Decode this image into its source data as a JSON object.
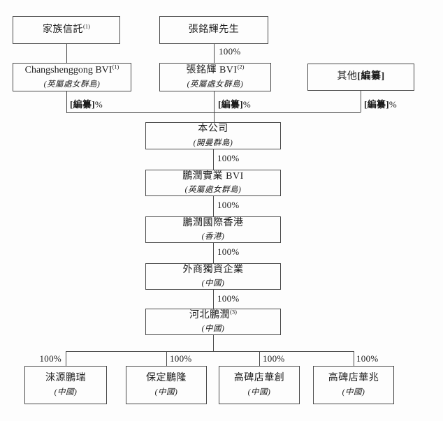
{
  "colors": {
    "line": "#4a4a4a",
    "text": "#1b1b1b",
    "background": "#fdfdfd"
  },
  "nodes": {
    "family_trust": {
      "title": "家族信託",
      "sup": "(1)"
    },
    "mr_zhang": {
      "title": "張銘輝先生"
    },
    "changshenggong_bvi": {
      "title": "Changshenggong BVI",
      "sup": "(1)",
      "subtitle": "(英屬處女群島)"
    },
    "zhang_bvi": {
      "title": "張銘輝 BVI",
      "sup": "(2)",
      "subtitle": "(英屬處女群島)"
    },
    "others": {
      "title_pre": "其他",
      "title_bold": "[編纂]"
    },
    "company": {
      "title": "本公司",
      "subtitle": "(開曼群島)"
    },
    "pengrun_industrial_bvi": {
      "title": "鵬潤實業 BVI",
      "subtitle": "(英屬處女群島)"
    },
    "pengrun_international_hk": {
      "title": "鵬潤國際香港",
      "subtitle": "(香港)"
    },
    "wfoe": {
      "title": "外商獨資企業",
      "subtitle": "(中國)"
    },
    "hebei_pengrun": {
      "title": "河北鵬潤",
      "sup": "(3)",
      "subtitle": "(中國)"
    },
    "laiyuan_pengrui": {
      "title": "淶源鵬瑞",
      "subtitle": "(中國)"
    },
    "baoding_penglong": {
      "title": "保定鵬隆",
      "subtitle": "(中國)"
    },
    "gaobeidian_huachuang": {
      "title": "高碑店華創",
      "subtitle": "(中國)"
    },
    "gaobeidian_huazhao": {
      "title": "高碑店華兆",
      "subtitle": "(中國)"
    }
  },
  "ownership": {
    "mr_zhang_to_zhang_bvi": "100%",
    "changshenggong_to_company": {
      "bold": "[編纂]",
      "suffix": "%"
    },
    "zhang_bvi_to_company": {
      "bold": "[編纂]",
      "suffix": "%"
    },
    "others_to_company": {
      "bold": "[編纂]",
      "suffix": "%"
    },
    "company_to_pengrun_bvi": "100%",
    "pengrun_bvi_to_pengrun_hk": "100%",
    "pengrun_hk_to_wfoe": "100%",
    "wfoe_to_hebei": "100%",
    "hebei_to_laiyuan": "100%",
    "hebei_to_baoding": "100%",
    "hebei_to_huachuang": "100%",
    "hebei_to_huazhao": "100%"
  }
}
